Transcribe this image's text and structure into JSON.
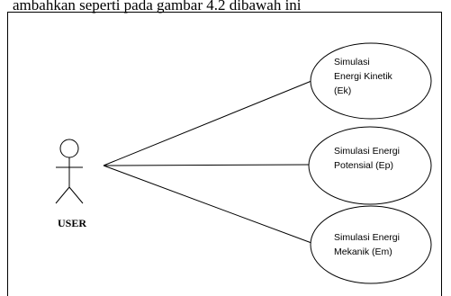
{
  "caption": "ambahkan seperti pada gambar 4.2 dibawah ini",
  "actor": {
    "label": "USER"
  },
  "use_cases": [
    {
      "label": "Simulasi\nEnergi Kinetik\n(Ek)"
    },
    {
      "label": "Simulasi Energi\nPotensial (Ep)"
    },
    {
      "label": "Simulasi Energi\nMekanik (Em)"
    }
  ]
}
